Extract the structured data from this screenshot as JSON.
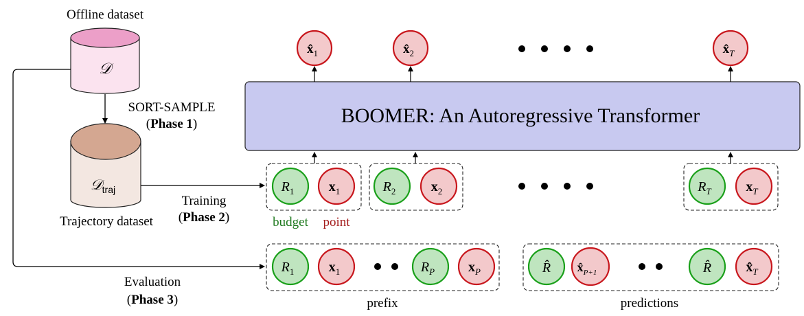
{
  "dataset": {
    "offline_label": "Offline dataset",
    "offline_symbol": "𝒟",
    "traj_symbol": "𝒟",
    "traj_subscript": "traj",
    "traj_label": "Trajectory dataset"
  },
  "phases": {
    "sort_sample": "SORT-SAMPLE",
    "phase1": "Phase 1",
    "training": "Training",
    "phase2": "Phase 2",
    "evaluation": "Evaluation",
    "phase3": "Phase 3"
  },
  "model": {
    "title": "BOOMER: An Autoregressive Transformer"
  },
  "outputs": {
    "x1": {
      "base": "x̂",
      "sub": "1"
    },
    "x2": {
      "base": "x̂",
      "sub": "2"
    },
    "xT": {
      "base": "x̂",
      "sub": "T"
    }
  },
  "training_row": {
    "r1": {
      "base": "R",
      "sub": "1"
    },
    "x1": {
      "base": "x",
      "sub": "1"
    },
    "r2": {
      "base": "R",
      "sub": "2"
    },
    "x2": {
      "base": "x",
      "sub": "2"
    },
    "rT": {
      "base": "R",
      "sub": "T"
    },
    "xT": {
      "base": "x",
      "sub": "T"
    },
    "budget_label": "budget",
    "point_label": "point"
  },
  "eval_row": {
    "r1": {
      "base": "R",
      "sub": "1"
    },
    "x1": {
      "base": "x",
      "sub": "1"
    },
    "rP": {
      "base": "R",
      "sub": "P"
    },
    "xP": {
      "base": "x",
      "sub": "P"
    },
    "rhat1": {
      "base": "R̂",
      "sub": ""
    },
    "xP1": {
      "base": "x̂",
      "sub": "P+1"
    },
    "rhat2": {
      "base": "R̂",
      "sub": ""
    },
    "xT": {
      "base": "x̂",
      "sub": "T"
    },
    "prefix_label": "prefix",
    "predictions_label": "predictions"
  },
  "colors": {
    "green_fill": "#bfe5bf",
    "green_stroke": "#1aa01a",
    "red_fill": "#f3c9cb",
    "red_stroke": "#c8171d",
    "model_fill": "#c8c9f0",
    "cyl_top_pink": "#ec9fc8",
    "cyl_body_pink": "#fbe3ef",
    "cyl_top_brown": "#d4a791",
    "cyl_body_brown": "#f3e7e1",
    "budget_text": "#1f7a1f",
    "point_text": "#a41c1c"
  }
}
